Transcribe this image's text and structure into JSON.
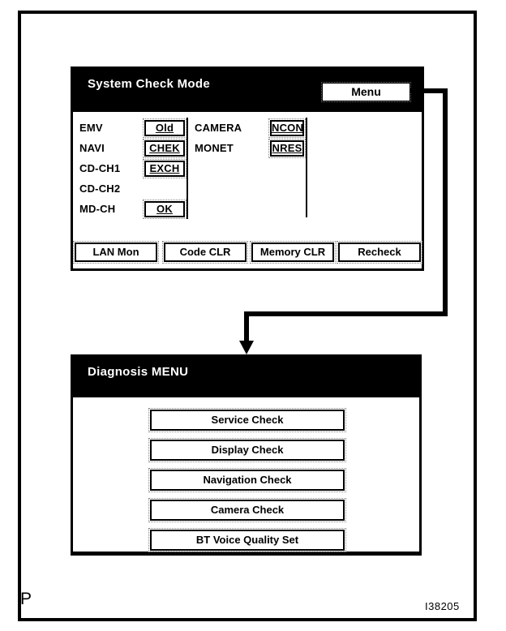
{
  "figure": {
    "page_marker": "P",
    "figure_id": "I38205"
  },
  "screen1": {
    "title": "System Check Mode",
    "menu_button": "Menu",
    "items_left": [
      {
        "label": "EMV",
        "code": "Old"
      },
      {
        "label": "NAVI",
        "code": "CHEK"
      },
      {
        "label": "CD-CH1",
        "code": "EXCH"
      },
      {
        "label": "CD-CH2",
        "code": ""
      },
      {
        "label": "MD-CH",
        "code": "OK"
      }
    ],
    "items_right": [
      {
        "label": "CAMERA",
        "code": "NCON"
      },
      {
        "label": "MONET",
        "code": "NRES"
      }
    ],
    "footer_buttons": [
      "LAN Mon",
      "Code CLR",
      "Memory CLR",
      "Recheck"
    ]
  },
  "screen2": {
    "title": "Diagnosis MENU",
    "buttons": [
      "Service Check",
      "Display Check",
      "Navigation Check",
      "Camera Check",
      "BT Voice Quality Set"
    ]
  },
  "colors": {
    "ink": "#000000",
    "paper": "#ffffff"
  }
}
